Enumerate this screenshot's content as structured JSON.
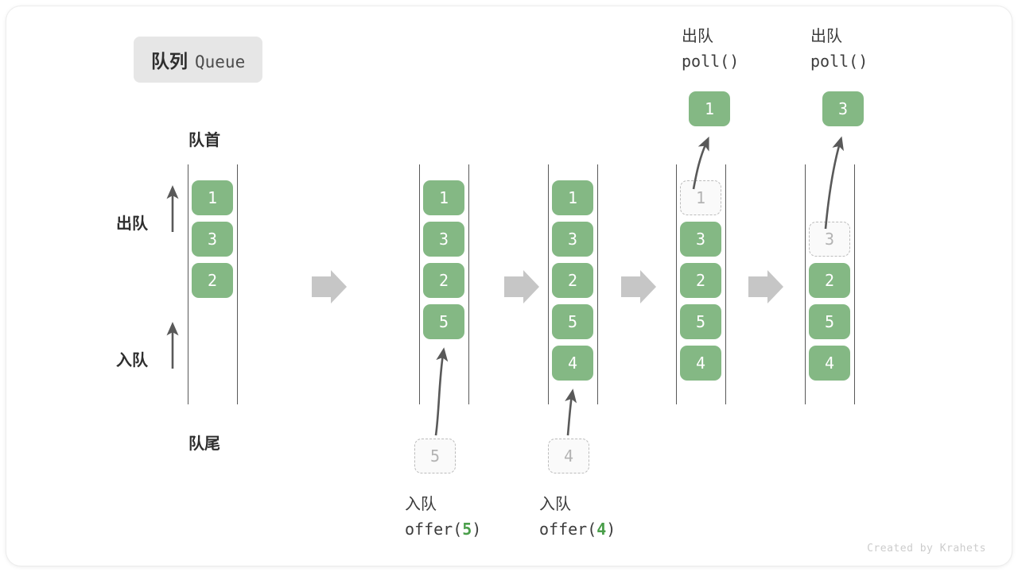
{
  "title": {
    "cn": "队列",
    "en": "Queue"
  },
  "labels": {
    "front": "队首",
    "rear": "队尾",
    "dequeue": "出队",
    "enqueue": "入队"
  },
  "credit": "Created by Krahets",
  "colors": {
    "box_green": "#84b884",
    "ghost_border": "#bcbcbc",
    "ghost_text": "#b3b3b3",
    "rail": "#595959",
    "step_arrow": "#c6c6c6",
    "badge_bg": "#e6e6e6",
    "arg_green": "#4a9e4a"
  },
  "stages": [
    {
      "name": "initial",
      "items": [
        "1",
        "3",
        "2"
      ],
      "ghost_index": -1,
      "capacity": 6
    },
    {
      "name": "after-offer-5",
      "items": [
        "1",
        "3",
        "2",
        "5"
      ],
      "ghost_index": -1,
      "capacity": 6,
      "incoming": "5",
      "op_cn": "入队",
      "op_code_prefix": "offer(",
      "op_code_arg": "5",
      "op_code_suffix": ")"
    },
    {
      "name": "after-offer-4",
      "items": [
        "1",
        "3",
        "2",
        "5",
        "4"
      ],
      "ghost_index": -1,
      "capacity": 6,
      "incoming": "4",
      "op_cn": "入队",
      "op_code_prefix": "offer(",
      "op_code_arg": "4",
      "op_code_suffix": ")"
    },
    {
      "name": "poll-1",
      "items": [
        "1",
        "3",
        "2",
        "5",
        "4"
      ],
      "ghost_index": 0,
      "capacity": 6,
      "popped": "1",
      "op_cn": "出队",
      "op_code_prefix": "poll(",
      "op_code_arg": "",
      "op_code_suffix": ")"
    },
    {
      "name": "poll-3",
      "items": [
        "",
        "3",
        "2",
        "5",
        "4"
      ],
      "ghost_index": 1,
      "capacity": 6,
      "popped": "3",
      "op_cn": "出队",
      "op_code_prefix": "poll(",
      "op_code_arg": "",
      "op_code_suffix": ")"
    }
  ]
}
